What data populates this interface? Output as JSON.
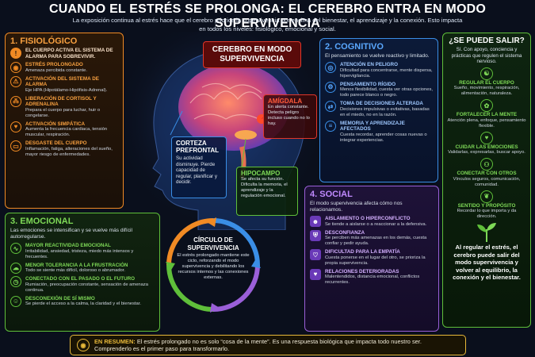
{
  "header": {
    "title": "CUANDO EL ESTRÉS SE PROLONGA: EL CEREBRO ENTRA EN MODO SUPERVIVENCIA",
    "subtitle": "La exposición continua al estrés hace que el cerebro priorice la supervivencia por encima del bienestar, el aprendizaje y la conexión. Esto impacta en todos los niveles: fisiológico, emocional y social."
  },
  "fisiologico": {
    "title": "1. FISIOLÓGICO",
    "items": [
      {
        "title": "EL CUERPO ACTIVA EL SISTEMA DE ALARMA PARA SOBREVIVIR.",
        "desc": ""
      },
      {
        "title": "ESTRÉS PROLONGADO",
        "desc": "Amenaza percibida constante."
      },
      {
        "title": "ACTIVACIÓN DEL SISTEMA DE ALARMA",
        "desc": "Eje HPA (Hipotálamo-Hipófisis-Adrenal)."
      },
      {
        "title": "LIBERACIÓN DE CORTISOL Y ADRENALINA",
        "desc": "Prepara el cuerpo para luchar, huir o congelarse."
      },
      {
        "title": "ACTIVACIÓN SIMPÁTICA",
        "desc": "Aumenta la frecuencia cardiaca, tensión muscular, respiración."
      },
      {
        "title": "DESGASTE DEL CUERPO",
        "desc": "Inflamación, fatiga, alteraciones del sueño, mayor riesgo de enfermedades."
      }
    ]
  },
  "emocional": {
    "title": "3. EMOCIONAL",
    "desc": "Las emociones se intensifican y se vuelve más difícil autorregularse.",
    "items": [
      {
        "title": "MAYOR REACTIVIDAD EMOCIONAL",
        "desc": "Irritabilidad, ansiedad, tristeza, miedo más intensos y frecuentes."
      },
      {
        "title": "MENOR TOLERANCIA A LA FRUSTRACIÓN",
        "desc": "Todo se siente más difícil, doloroso o abrumador."
      },
      {
        "title": "CONECTADO CON EL PASADO O EL FUTURO",
        "desc": "Rumiación, preocupación constante, sensación de amenaza continua."
      },
      {
        "title": "DESCONEXIÓN DE SÍ MISMO",
        "desc": "Se pierde el acceso a la calma, la claridad y el bienestar."
      }
    ]
  },
  "center": {
    "mode_label": "CEREBRO EN MODO SUPERVIVENCIA",
    "amigdala_title": "AMÍGDALA",
    "amigdala_desc": "En alerta constante. Detecta peligro incluso cuando no lo hay.",
    "corteza_title": "CORTEZA PREFRONTAL",
    "corteza_desc": "Su actividad disminuye. Pierde capacidad de regular, planificar y decidir.",
    "hipocampo_title": "HIPOCAMPO",
    "hipocampo_desc": "Se afecta su función. Dificulta la memoria, el aprendizaje y la regulación emocional.",
    "circle_title": "CÍRCULO DE SUPERVIVENCIA",
    "circle_desc": "El estrés prolongado mantiene este ciclo, reforzando el modo supervivencia y debilitando los recursos internos y las conexiones externas."
  },
  "cognitivo": {
    "title": "2. COGNITIVO",
    "desc": "El pensamiento se vuelve reactivo y limitado.",
    "items": [
      {
        "title": "ATENCIÓN EN PELIGRO",
        "desc": "Dificultad para concentrarse, mente dispersa, hipervigilancia."
      },
      {
        "title": "PENSAMIENTO RÍGIDO",
        "desc": "Menos flexibilidad, cuesta ver otras opciones, todo parece blanco o negro."
      },
      {
        "title": "TOMA DE DECISIONES ALTERADA",
        "desc": "Decisiones impulsivas o evitativas, basadas en el miedo, no en la razón."
      },
      {
        "title": "MEMORIA Y APRENDIZAJE AFECTADOS",
        "desc": "Cuesta recordar, aprender cosas nuevas o integrar experiencias."
      }
    ]
  },
  "social": {
    "title": "4. SOCIAL",
    "desc": "El modo supervivencia afecta cómo nos relacionamos.",
    "items": [
      {
        "title": "AISLAMIENTO O HIPERCONFLICTO",
        "desc": "Se tiende a aislarse o a reaccionar a la defensiva."
      },
      {
        "title": "DESCONFIANZA",
        "desc": "Se perciben más amenazas en los demás, cuesta confiar y pedir ayuda."
      },
      {
        "title": "DIFICULTAD PARA LA EMPATÍA",
        "desc": "Cuesta ponerse en el lugar del otro, se prioriza la propia supervivencia."
      },
      {
        "title": "RELACIONES DETERIORADAS",
        "desc": "Malentendidos, distancia emocional, conflictos recurrentes."
      }
    ]
  },
  "salir": {
    "title": "¿SE PUEDE SALIR?",
    "desc": "Sí. Con apoyo, conciencia y prácticas que regulen el sistema nervioso.",
    "items": [
      {
        "title": "REGULAR EL CUERPO",
        "desc": "Sueño, movimiento, respiración, alimentación, naturaleza."
      },
      {
        "title": "FORTALECER LA MENTE",
        "desc": "Atención plena, enfoque, pensamiento flexible."
      },
      {
        "title": "CUIDAR LAS EMOCIONES",
        "desc": "Validarlas, expresarlas, buscar apoyo."
      },
      {
        "title": "CONECTAR CON OTROS",
        "desc": "Vínculos seguros, comunicación, comunidad."
      },
      {
        "title": "SENTIDO Y PROPÓSITO",
        "desc": "Recordar lo que importa y da dirección."
      }
    ],
    "closing": "Al regular el estrés, el cerebro puede salir del modo supervivencia y volver al equilibrio, la conexión y el bienestar."
  },
  "footer": {
    "label": "EN RESUMEN:",
    "text": "El estrés prolongado no es solo “cosa de la mente”. Es una respuesta biológica que impacta todo nuestro ser. Comprenderlo es el primer paso para transformarlo."
  },
  "colors": {
    "orange": "#f08a24",
    "blue": "#3a8ee6",
    "green": "#5fbf3a",
    "purple": "#9a5fd8",
    "red": "#e0362a",
    "gold": "#e8b93a"
  }
}
